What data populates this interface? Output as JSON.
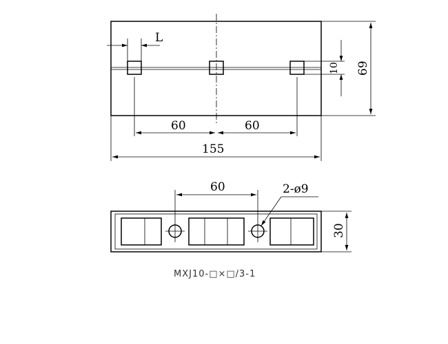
{
  "top_view": {
    "label_L": "L",
    "dim_pitch_left": "60",
    "dim_pitch_right": "60",
    "dim_length": "155",
    "dim_height": "69",
    "dim_slot": "10"
  },
  "bottom_view": {
    "dim_hole_pitch": "60",
    "dim_hole_callout": "2-ø9",
    "dim_width": "30"
  },
  "caption": "MXJ10-□×□/3-1"
}
